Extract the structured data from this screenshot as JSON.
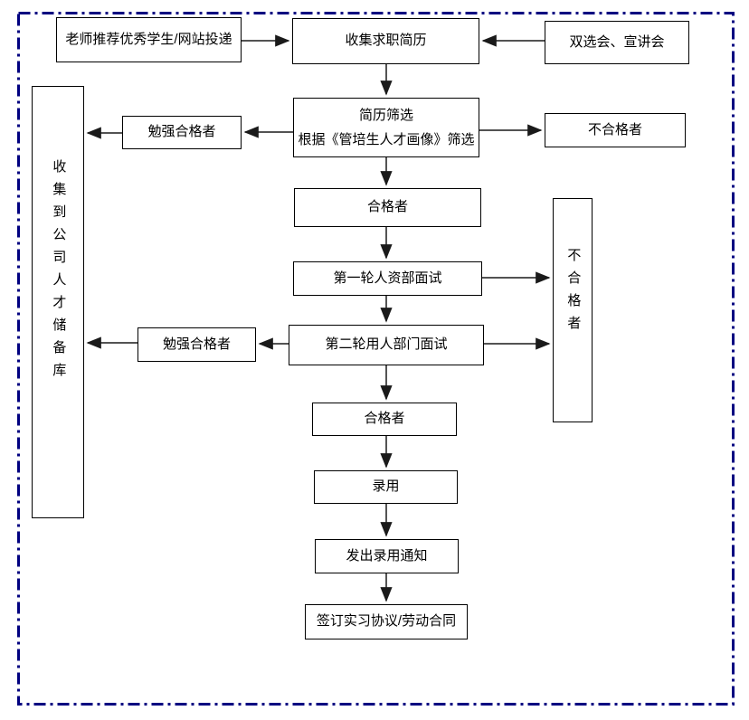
{
  "diagram": {
    "type": "flowchart",
    "colors": {
      "outer_border": "#000080",
      "node_border": "#000000",
      "node_fill": "#ffffff",
      "arrow": "#1a1a1a",
      "background": "#ffffff",
      "text": "#000000"
    },
    "nodes": {
      "teacher_recommend": {
        "label": "老师推荐优秀学生/网站投递"
      },
      "collect_resumes": {
        "label": "收集求职简历"
      },
      "job_fair": {
        "label": "双选会、宣讲会"
      },
      "resume_screening": {
        "line1": "简历筛选",
        "line2": "根据《管培生人才画像》筛选"
      },
      "barely_qualified_1": {
        "label": "勉强合格者"
      },
      "unqualified_top": {
        "label": "不合格者"
      },
      "talent_pool": {
        "label": "收集到公司人才储备库"
      },
      "qualified_1": {
        "label": "合格者"
      },
      "first_interview": {
        "label": "第一轮人资部面试"
      },
      "second_interview": {
        "label": "第二轮用人部门面试"
      },
      "barely_qualified_2": {
        "label": "勉强合格者"
      },
      "unqualified_right": {
        "label": "不合格者"
      },
      "qualified_2": {
        "label": "合格者"
      },
      "hire": {
        "label": "录用"
      },
      "offer_notice": {
        "label": "发出录用通知"
      },
      "sign_contract": {
        "label": "签订实习协议/劳动合同"
      }
    },
    "edges": [
      {
        "from": "teacher_recommend",
        "to": "collect_resumes"
      },
      {
        "from": "job_fair",
        "to": "collect_resumes"
      },
      {
        "from": "collect_resumes",
        "to": "resume_screening"
      },
      {
        "from": "resume_screening",
        "to": "barely_qualified_1"
      },
      {
        "from": "barely_qualified_1",
        "to": "talent_pool"
      },
      {
        "from": "resume_screening",
        "to": "unqualified_top"
      },
      {
        "from": "resume_screening",
        "to": "qualified_1"
      },
      {
        "from": "qualified_1",
        "to": "first_interview"
      },
      {
        "from": "first_interview",
        "to": "unqualified_right"
      },
      {
        "from": "first_interview",
        "to": "second_interview"
      },
      {
        "from": "second_interview",
        "to": "unqualified_right"
      },
      {
        "from": "second_interview",
        "to": "barely_qualified_2"
      },
      {
        "from": "barely_qualified_2",
        "to": "talent_pool"
      },
      {
        "from": "second_interview",
        "to": "qualified_2"
      },
      {
        "from": "qualified_2",
        "to": "hire"
      },
      {
        "from": "hire",
        "to": "offer_notice"
      },
      {
        "from": "offer_notice",
        "to": "sign_contract"
      }
    ]
  }
}
